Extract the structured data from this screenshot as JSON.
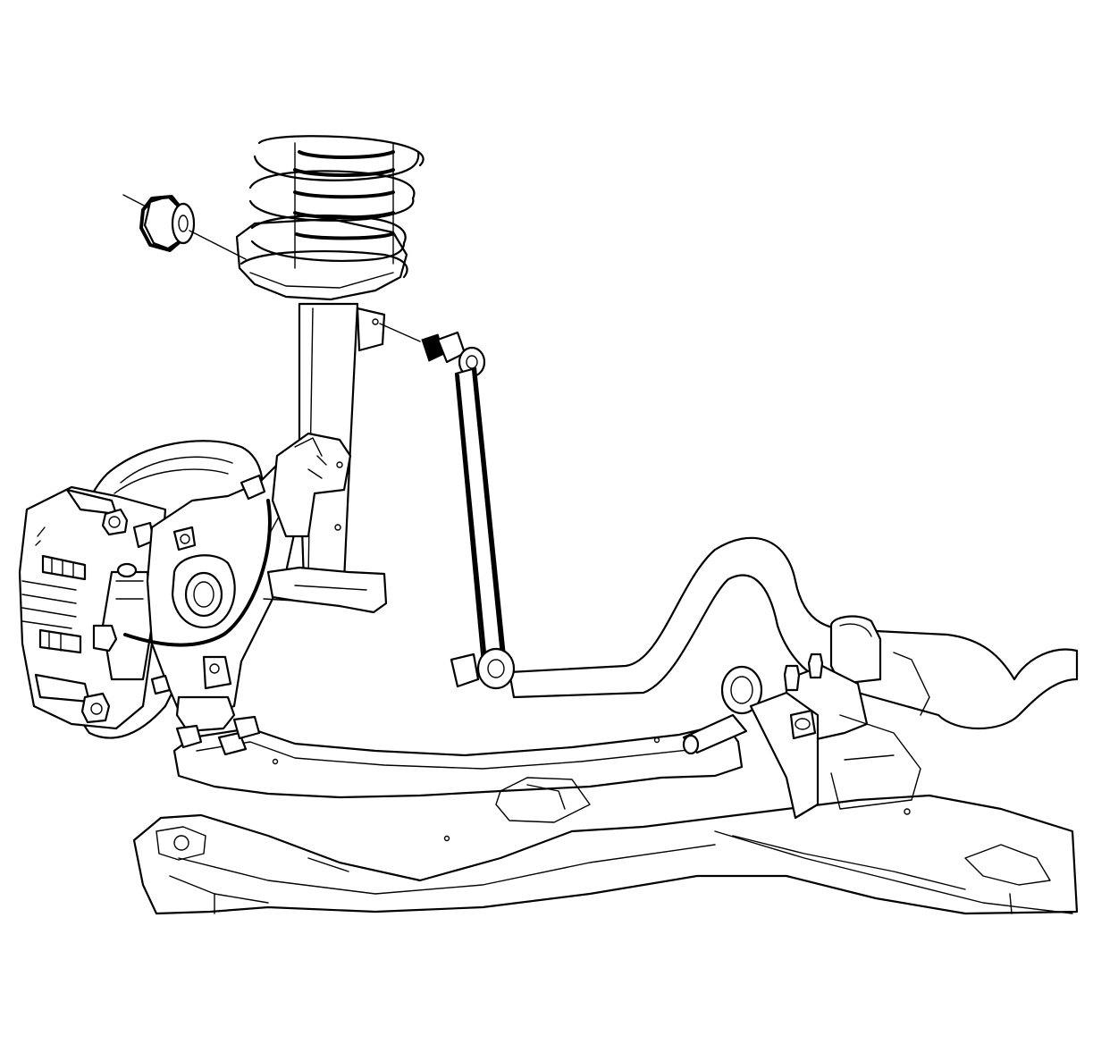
{
  "figure": {
    "kind": "line-art exploded view",
    "parts": [
      "stabilizer-link-nut",
      "stabilizer-link",
      "strut-assembly",
      "coil-spring",
      "steering-knuckle",
      "brake-caliper",
      "brake-rotor",
      "lower-control-arm",
      "stabilizer-bar",
      "stabilizer-bar-bushing",
      "front-subframe"
    ]
  },
  "colors": {
    "line": "#000000",
    "background": "#ffffff"
  }
}
